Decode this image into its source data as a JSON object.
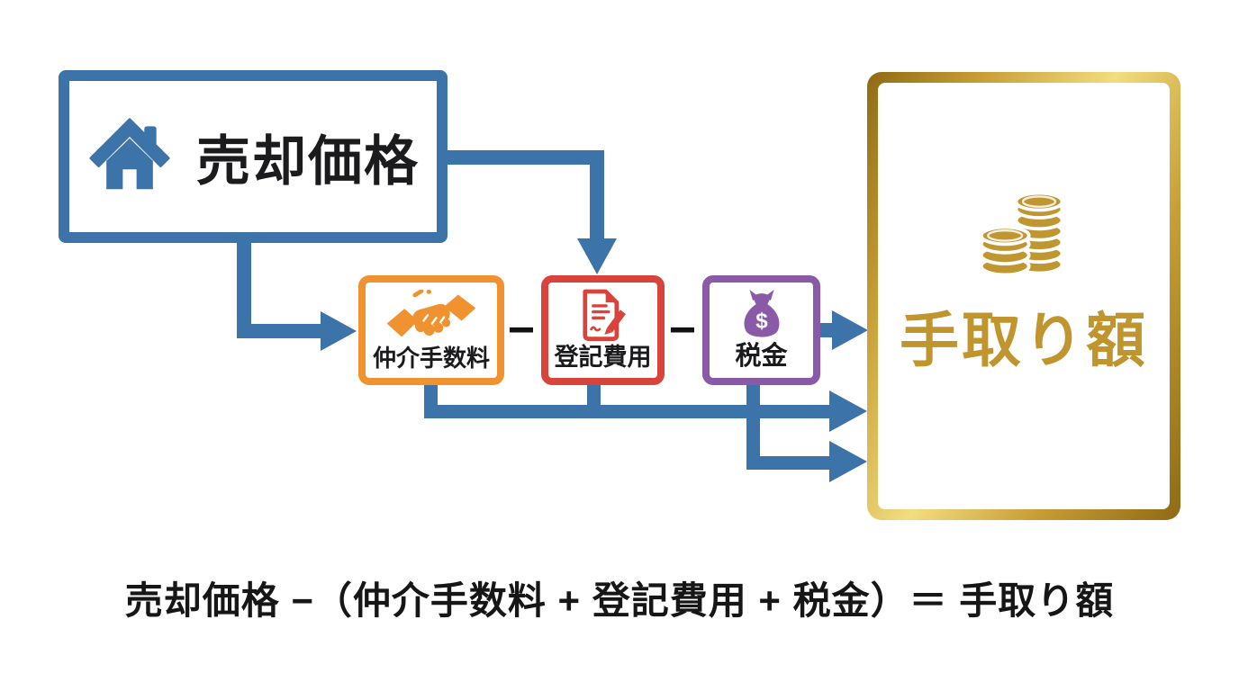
{
  "boxes": {
    "sale": {
      "label": "売却価格",
      "icon": "house-icon",
      "border_color": "#3c73a8"
    },
    "deductions": [
      {
        "label": "仲介手数料",
        "icon": "handshake-icon",
        "border_color": "#f0922f"
      },
      {
        "label": "登記費用",
        "icon": "document-pen-icon",
        "border_color": "#d8443c"
      },
      {
        "label": "税金",
        "icon": "money-bag-icon",
        "border_color": "#8a5aa8"
      }
    ],
    "net": {
      "label": "手取り額",
      "icon": "coins-icon",
      "border_color": "#c79d35",
      "text_color": "#c0952e"
    }
  },
  "operators": {
    "minus": "−",
    "dollar": "$"
  },
  "formula": "売却価格 −（仲介手数料 + 登記費用 + 税金）＝ 手取り額",
  "colors": {
    "arrow_blue": "#3c73a8",
    "brokerage_orange": "#f0922f",
    "registration_red": "#d8443c",
    "tax_purple": "#8a5aa8",
    "gold": "#bf9630",
    "gold_light": "#f3dd80",
    "gold_dark": "#8f6a15",
    "text_black": "#1b1b1d"
  }
}
